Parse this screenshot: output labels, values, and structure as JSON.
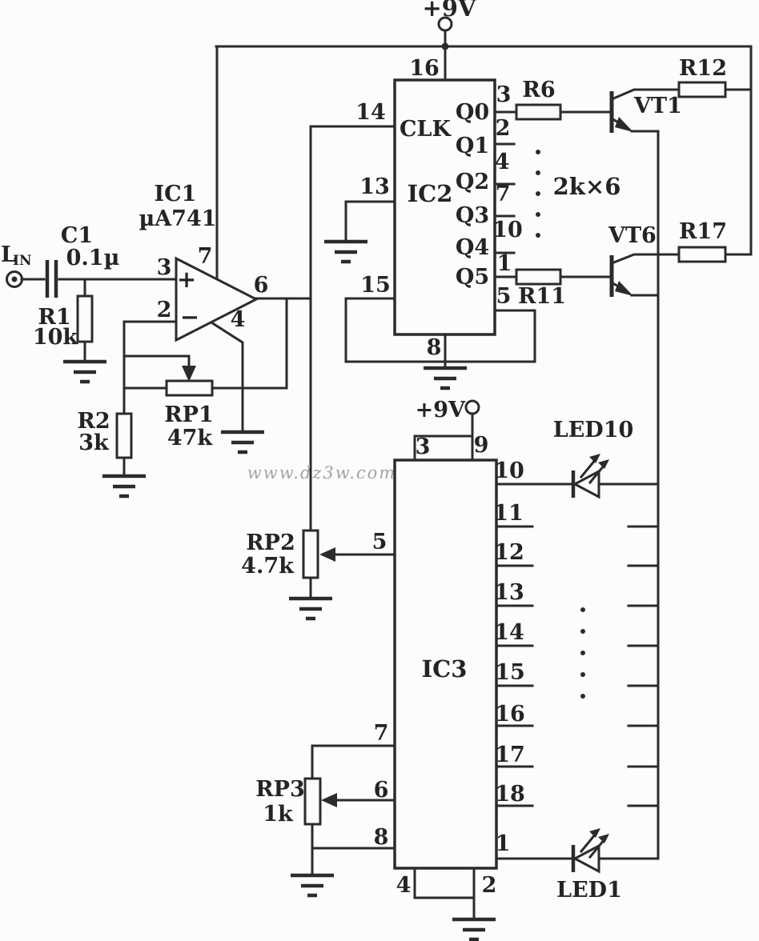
{
  "watermark": "www.dz3w.com",
  "power": {
    "main_rail": "+9V",
    "ic3_rail": "+9V"
  },
  "input": {
    "jack_main": "L",
    "jack_sub": "IN"
  },
  "ic1": {
    "ref": "IC1",
    "part": "µA741",
    "plus": "+",
    "minus": "−",
    "pin_noninv": "3",
    "pin_inv": "2",
    "pin_vcc": "7",
    "pin_out": "6",
    "pin_vee": "4"
  },
  "c1": {
    "ref": "C1",
    "value": "0.1µ"
  },
  "r1": {
    "ref": "R1",
    "value": "10k"
  },
  "r2": {
    "ref": "R2",
    "value": "3k"
  },
  "rp1": {
    "ref": "RP1",
    "value": "47k"
  },
  "ic2": {
    "ref": "IC2",
    "clk": "CLK",
    "pin_vdd": "16",
    "pin_clk": "14",
    "pin_13": "13",
    "pin_15": "15",
    "pin_8": "8",
    "pin_5": "5",
    "outputs": [
      {
        "name": "Q0",
        "pin": "3"
      },
      {
        "name": "Q1",
        "pin": "2"
      },
      {
        "name": "Q2",
        "pin": "4"
      },
      {
        "name": "Q3",
        "pin": "7"
      },
      {
        "name": "Q4",
        "pin": "10"
      },
      {
        "name": "Q5",
        "pin": "1"
      }
    ]
  },
  "r6": {
    "ref": "R6"
  },
  "r11": {
    "ref": "R11"
  },
  "r12": {
    "ref": "R12"
  },
  "r17": {
    "ref": "R17"
  },
  "base_resistors_note": "2k×6",
  "vt1": {
    "ref": "VT1"
  },
  "vt6": {
    "ref": "VT6"
  },
  "ic3": {
    "ref": "IC3",
    "pin_3": "3",
    "pin_9": "9",
    "pin_5": "5",
    "pin_7": "7",
    "pin_6": "6",
    "pin_8": "8",
    "pin_4": "4",
    "pin_2": "2",
    "right_pins": [
      "10",
      "11",
      "12",
      "13",
      "14",
      "15",
      "16",
      "17",
      "18",
      "1"
    ]
  },
  "rp2": {
    "ref": "RP2",
    "value": "4.7k"
  },
  "rp3": {
    "ref": "RP3",
    "value": "1k"
  },
  "led10": {
    "ref": "LED10"
  },
  "led1": {
    "ref": "LED1"
  }
}
